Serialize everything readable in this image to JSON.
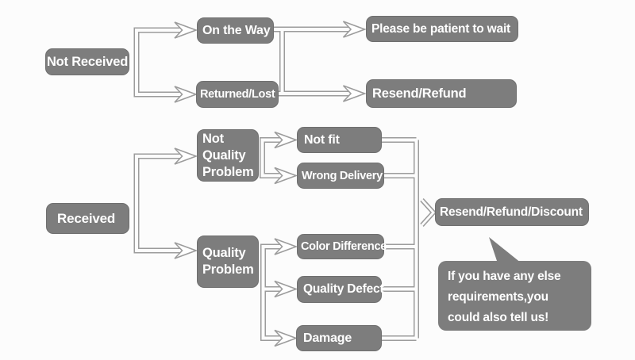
{
  "diagram_type": "flowchart",
  "colors": {
    "background": "#fcfcfc",
    "node_fill": "#7d7d7d",
    "node_border": "#6f6f6f",
    "node_text": "#ffffff",
    "connector": "#9c9c9c"
  },
  "nodes": {
    "not_received": {
      "label": "Not Received"
    },
    "on_the_way": {
      "label": "On the Way"
    },
    "returned_lost": {
      "label": "Returned/Lost"
    },
    "please_be_patient": {
      "label": "Please be patient to wait"
    },
    "resend_refund": {
      "label": "Resend/Refund"
    },
    "received": {
      "label": "Received"
    },
    "not_quality_problem": {
      "label": "Not Quality Problem"
    },
    "quality_problem": {
      "label": "Quality Problem"
    },
    "not_fit": {
      "label": "Not fit"
    },
    "wrong_delivery": {
      "label": "Wrong Delivery"
    },
    "color_difference": {
      "label": "Color Difference"
    },
    "quality_defect": {
      "label": "Quality Defect"
    },
    "damage": {
      "label": "Damage"
    },
    "resend_refund_discount": {
      "label": "Resend/Refund/Discount"
    },
    "note_bubble": {
      "label": "If you have any else requirements,you could also tell us!"
    }
  },
  "edges": [
    {
      "from": "Not Received",
      "to": "On the Way"
    },
    {
      "from": "Not Received",
      "to": "Returned/Lost"
    },
    {
      "from": "On the Way",
      "to": "Please be patient to wait"
    },
    {
      "from": "Returned/Lost",
      "to": "Resend/Refund"
    },
    {
      "from": "Received",
      "to": "Not Quality Problem"
    },
    {
      "from": "Received",
      "to": "Quality Problem"
    },
    {
      "from": "Not Quality Problem",
      "to": "Not fit"
    },
    {
      "from": "Not Quality Problem",
      "to": "Wrong Delivery"
    },
    {
      "from": "Quality Problem",
      "to": "Color Difference"
    },
    {
      "from": "Quality Problem",
      "to": "Quality Defect"
    },
    {
      "from": "Quality Problem",
      "to": "Damage"
    },
    {
      "from": "Not fit",
      "to": "Resend/Refund/Discount"
    },
    {
      "from": "Wrong Delivery",
      "to": "Resend/Refund/Discount"
    },
    {
      "from": "Color Difference",
      "to": "Resend/Refund/Discount"
    },
    {
      "from": "Quality Defect",
      "to": "Resend/Refund/Discount"
    },
    {
      "from": "Damage",
      "to": "Resend/Refund/Discount"
    }
  ]
}
